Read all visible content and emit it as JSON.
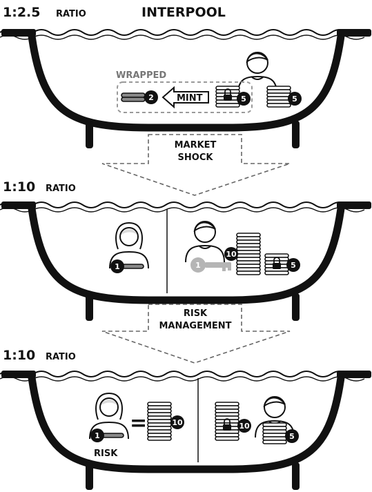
{
  "title": "INTERPOOL",
  "stage1": {
    "ratio": "1:2.5",
    "ratio_word": "RATIO",
    "wrapped_label": "WRAPPED",
    "mint_label": "MINT",
    "wrapped_count": "2",
    "locked_count": "5",
    "stack_count": "5"
  },
  "transition1": {
    "line1": "MARKET",
    "line2": "SHOCK"
  },
  "stage2": {
    "ratio": "1:10",
    "ratio_word": "RATIO",
    "female_count": "1",
    "key_count": "1",
    "tall_count": "10",
    "locked_count": "5"
  },
  "transition2": {
    "line1": "RISK",
    "line2": "MANAGEMENT"
  },
  "stage3": {
    "ratio": "1:10",
    "ratio_word": "RATIO",
    "female_count": "1",
    "risk_label": "RISK",
    "equals": "=",
    "equal_stack_count": "10",
    "locked_count": "10",
    "stack_count": "5"
  },
  "colors": {
    "ink": "#111111",
    "coin_fill": "#ffffff",
    "coin_grey": "#888888",
    "key_grey": "#b5b5b5",
    "dash": "#999999"
  },
  "icons": [
    "person-icon",
    "coin-stack-icon",
    "lock-icon",
    "key-icon",
    "arrow-left-icon"
  ]
}
